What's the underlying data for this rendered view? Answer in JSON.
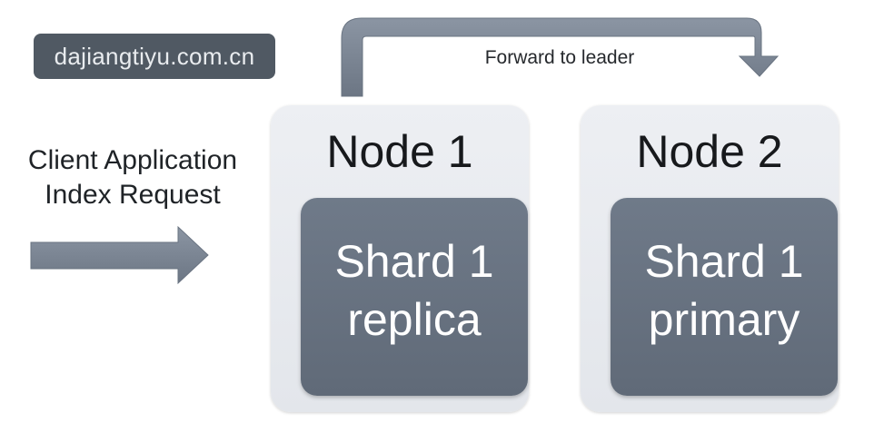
{
  "watermark": {
    "text": "dajiangtiyu.com.cn"
  },
  "client": {
    "line1": "Client Application",
    "line2": "Index Request"
  },
  "forward": {
    "label": "Forward to leader"
  },
  "nodes": [
    {
      "title": "Node 1",
      "shard_line1": "Shard 1",
      "shard_line2": "replica"
    },
    {
      "title": "Node 2",
      "shard_line1": "Shard 1",
      "shard_line2": "primary"
    }
  ],
  "colors": {
    "arrow": "#7b8593",
    "node_bg": "#e9ebef",
    "shard_bg": "#6a7482",
    "watermark_bg": "#505963"
  },
  "icons": {
    "request_arrow": "right-arrow-icon",
    "forward_arrow": "curved-down-arrow-icon"
  }
}
